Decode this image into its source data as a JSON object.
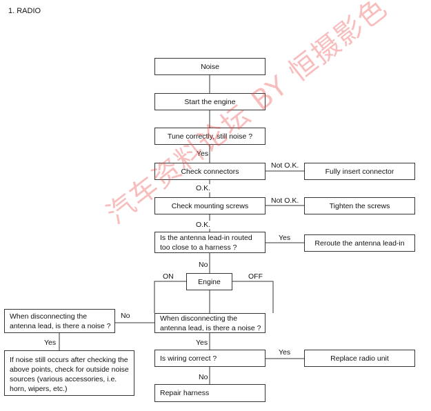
{
  "title": "1. RADIO",
  "boxes": {
    "noise": "Noise",
    "start_engine": "Start the engine",
    "tune": "Tune correctly, still noise ?",
    "check_connectors": "Check connectors",
    "fully_insert": "Fully insert connector",
    "check_screws": "Check mounting screws",
    "tighten": "Tighten the screws",
    "antenna_routed": "Is the antenna lead-in routed too close to a harness ?",
    "reroute": "Reroute the antenna lead-in",
    "engine": "Engine",
    "disconnect_center": "When disconnecting the antenna lead, is there a noise ?",
    "disconnect_left": "When disconnecting the antenna lead, is there a noise ?",
    "if_noise": "If noise still occurs after checking the above points, check for outside noise sources (various accessories, i.e. horn, wipers, etc.)",
    "wiring": "Is wiring correct ?",
    "replace": "Replace radio unit",
    "repair": "Repair harness"
  },
  "labels": {
    "yes1": "Yes",
    "not_ok1": "Not O.K.",
    "ok1": "O.K.",
    "not_ok2": "Not O.K.",
    "ok2": "O.K.",
    "yes2": "Yes",
    "no1": "No",
    "on": "ON",
    "off": "OFF",
    "no2": "No",
    "yes3": "Yes",
    "yes4": "Yes",
    "yes5": "Yes",
    "no3": "No"
  },
  "watermark": "汽车资料论坛 BY 恒摄影色"
}
